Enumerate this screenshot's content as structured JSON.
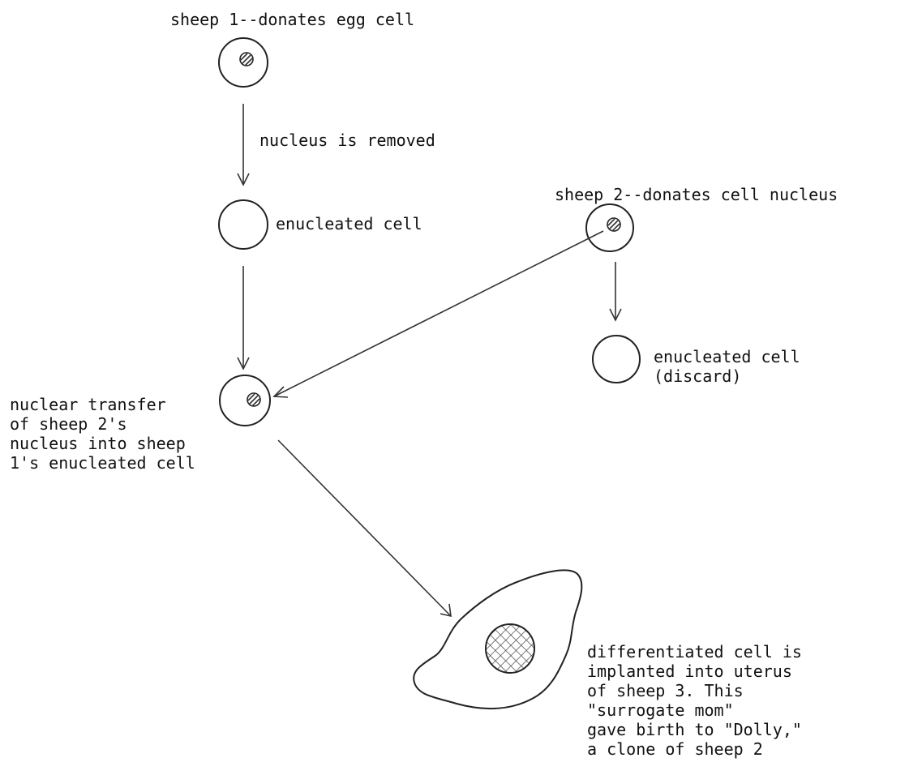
{
  "labels": {
    "sheep1": "sheep 1--donates egg cell",
    "nucleus_removed": "nucleus is removed",
    "enucleated1": "enucleated cell",
    "sheep2": "sheep 2--donates cell nucleus",
    "enucleated2": [
      "enucleated cell",
      "(discard)"
    ],
    "nuclear_transfer": [
      "nuclear transfer",
      "of sheep 2's",
      "nucleus into sheep",
      "1's enucleated cell"
    ],
    "implant": [
      "differentiated cell is",
      "implanted into uterus",
      "of sheep 3.  This",
      "\"surrogate mom\"",
      "gave birth to \"Dolly,\"",
      "a clone of sheep 2"
    ]
  }
}
